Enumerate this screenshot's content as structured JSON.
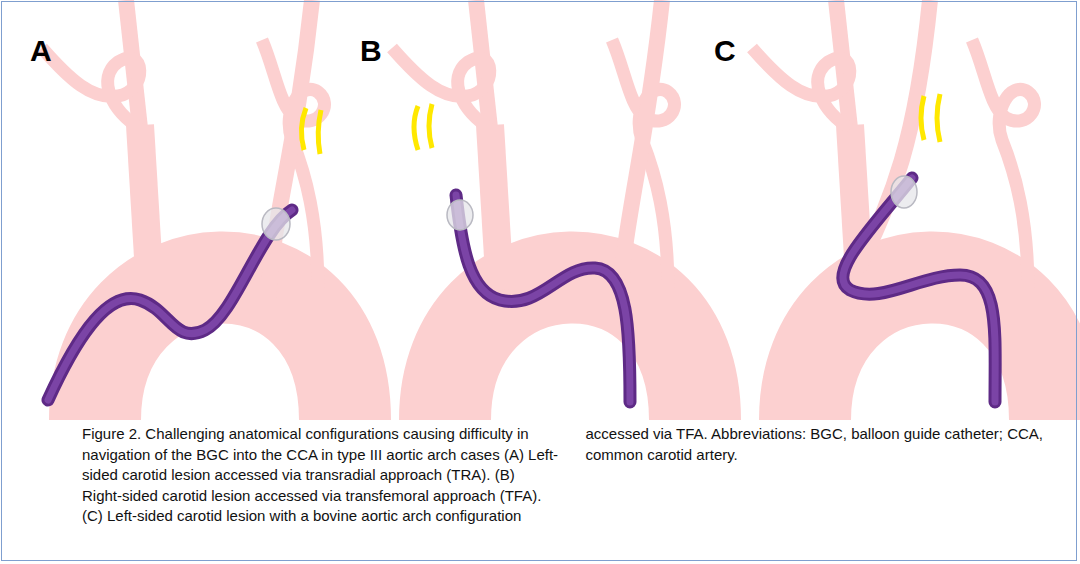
{
  "diagram": {
    "caption": "Figure 2. Challenging anatomical configurations causing difficulty in navigation of the BGC into the CCA in type III aortic arch cases (A) Left-sided carotid lesion accessed via transradial approach (TRA). (B) Right-sided carotid lesion accessed via transfemoral approach (TFA). (C) Left-sided carotid lesion with a bovine aortic arch configuration accessed via TFA. Abbreviations: BGC, balloon guide catheter; CCA, common carotid artery.",
    "labels": [
      "A",
      "B",
      "C"
    ]
  }
}
